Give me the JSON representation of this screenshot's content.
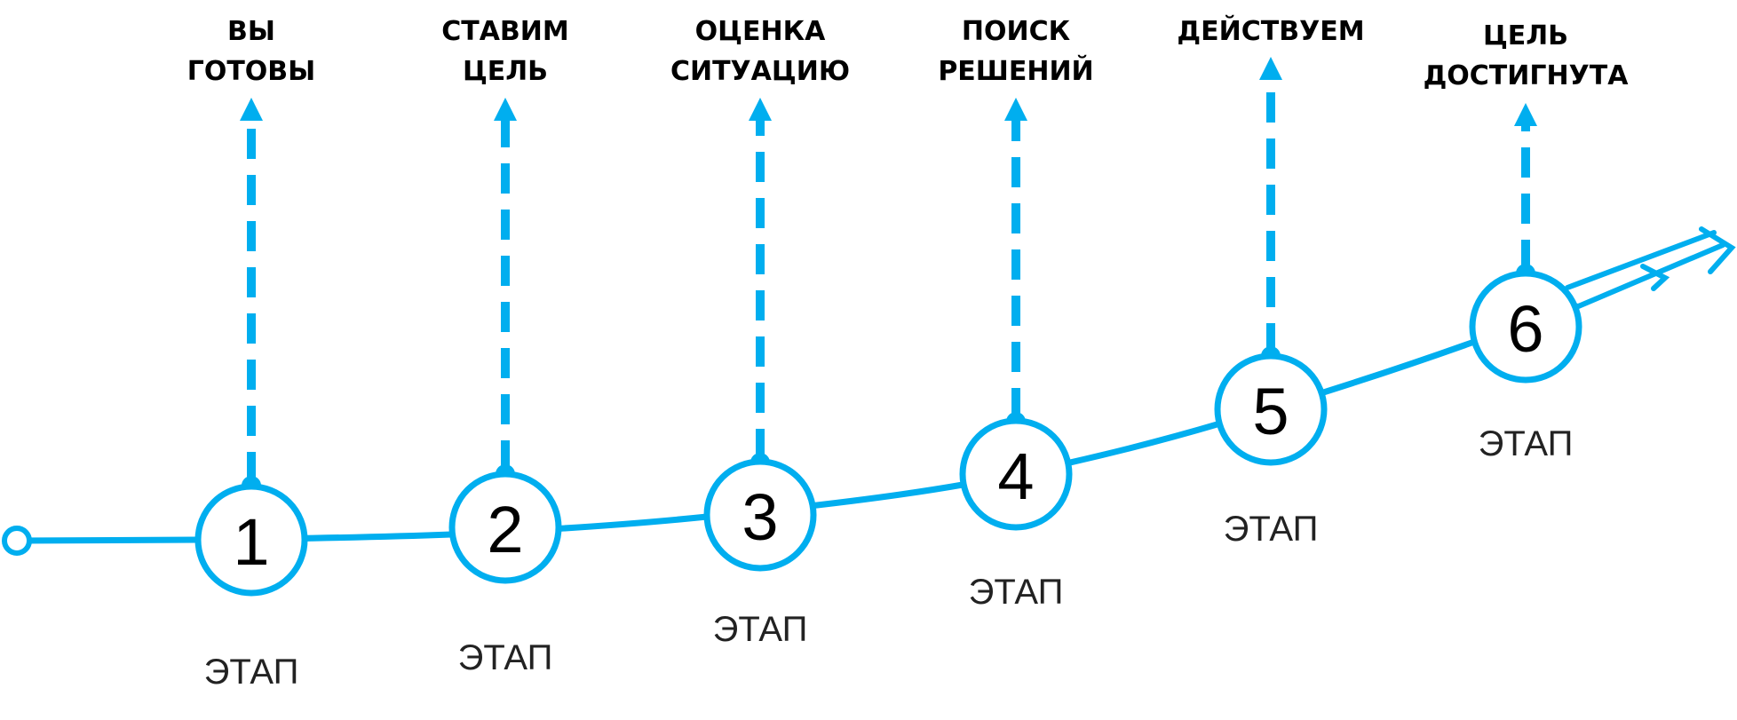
{
  "colors": {
    "accent": "#00AEEF",
    "text": "#000000",
    "background": "#FFFFFF"
  },
  "steps": [
    {
      "number": "1",
      "stage_label": "ЭТАП",
      "title_lines": [
        "ВЫ",
        "ГОТОВЫ"
      ]
    },
    {
      "number": "2",
      "stage_label": "ЭТАП",
      "title_lines": [
        "СТАВИМ",
        "ЦЕЛЬ"
      ]
    },
    {
      "number": "3",
      "stage_label": "ЭТАП",
      "title_lines": [
        "ОЦЕНКА",
        "СИТУАЦИЮ"
      ]
    },
    {
      "number": "4",
      "stage_label": "ЭТАП",
      "title_lines": [
        "ПОИСК",
        "РЕШЕНИЙ"
      ]
    },
    {
      "number": "5",
      "stage_label": "ЭТАП",
      "title_lines": [
        "ДЕЙСТВУЕМ"
      ]
    },
    {
      "number": "6",
      "stage_label": "ЭТАП",
      "title_lines": [
        "ЦЕЛЬ",
        "ДОСТИГНУТА"
      ]
    }
  ]
}
